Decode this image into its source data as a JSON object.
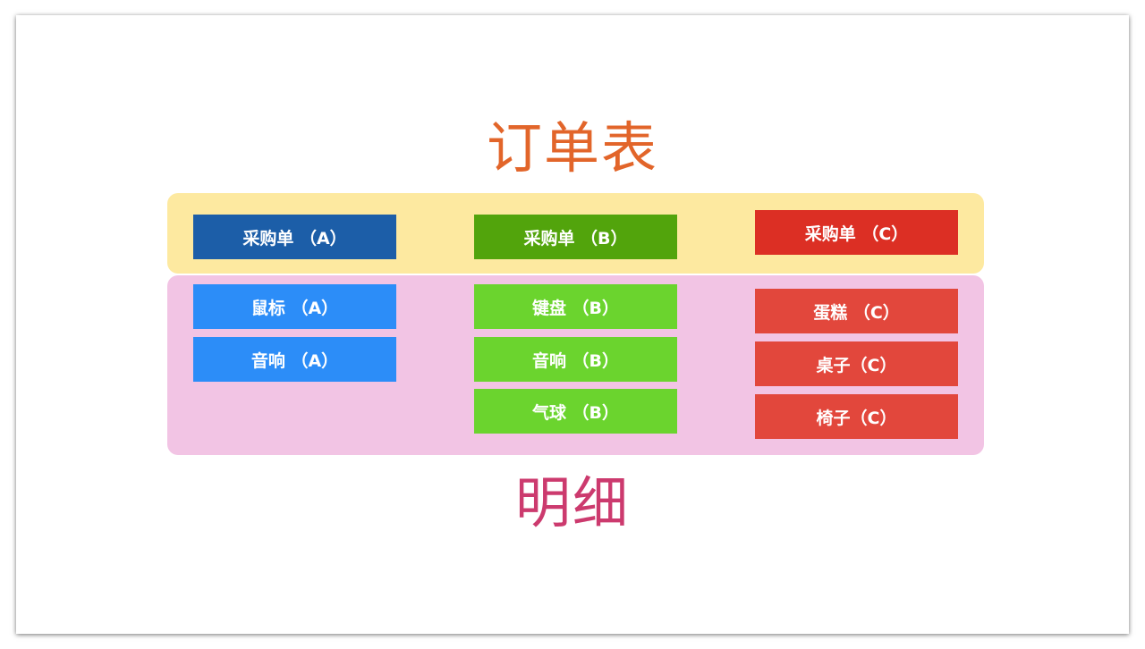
{
  "titles": {
    "top": "订单表",
    "bottom": "明细"
  },
  "colors": {
    "title_top": "#e2652a",
    "title_bottom": "#cc3a6e",
    "band_orders": "#fde9a0",
    "band_details": "#f2c4e4",
    "order_a": "#1c5ea8",
    "order_b": "#52a40c",
    "order_c": "#dc2f24",
    "detail_a": "#2c8df8",
    "detail_b": "#6bd42e",
    "detail_c": "#e2473c"
  },
  "orders": [
    {
      "label": "采购单 （A）"
    },
    {
      "label": "采购单 （B）"
    },
    {
      "label": "采购单 （C）"
    }
  ],
  "details": {
    "a": [
      {
        "label": "鼠标 （A）"
      },
      {
        "label": "音响 （A）"
      }
    ],
    "b": [
      {
        "label": "键盘 （B）"
      },
      {
        "label": "音响 （B）"
      },
      {
        "label": "气球 （B）"
      }
    ],
    "c": [
      {
        "label": "蛋糕 （C）"
      },
      {
        "label": "桌子（C）"
      },
      {
        "label": "椅子（C）"
      }
    ]
  }
}
